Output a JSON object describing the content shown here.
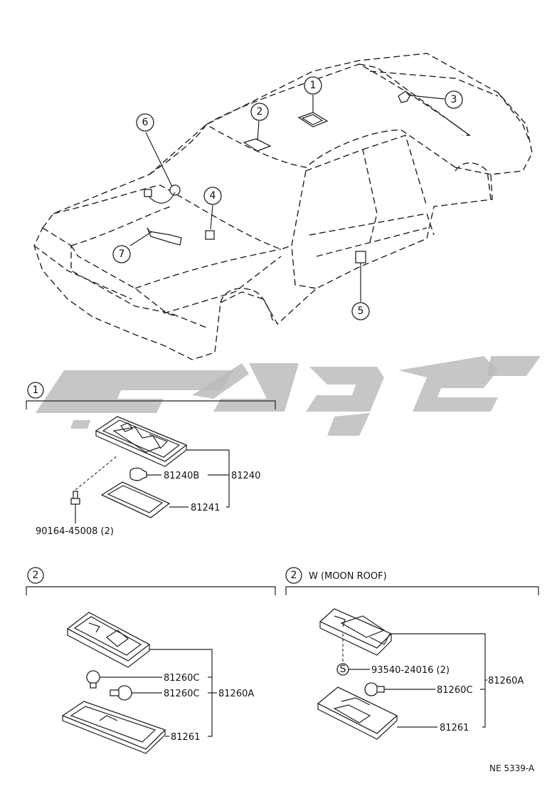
{
  "callouts": [
    "1",
    "2",
    "3",
    "4",
    "5",
    "6",
    "7"
  ],
  "sections": {
    "s1": {
      "number": "1",
      "parts": {
        "bulb": "81240B",
        "assembly": "81240",
        "lens": "81241",
        "screw": "90164-45008 (2)"
      }
    },
    "s2": {
      "number": "2",
      "parts": {
        "bulb_a": "81260C",
        "bulb_b": "81260C",
        "assembly": "81260A",
        "lens": "81261"
      }
    },
    "s2w": {
      "number": "2",
      "variant": "W (MOON ROOF)",
      "parts": {
        "screw": "93540-24016 (2)",
        "screw_symbol": "S",
        "bulb": "81260C",
        "assembly": "81260A",
        "lens": "81261"
      }
    }
  },
  "footer": {
    "code": "NE 5339-A"
  },
  "colors": {
    "line": "#222222",
    "watermark": "#b9b9b9"
  }
}
